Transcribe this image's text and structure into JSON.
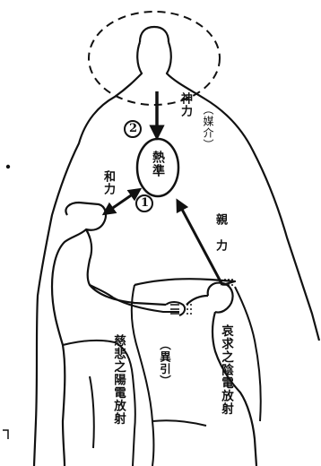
{
  "diagram": {
    "labels": {
      "divine_force": "神力",
      "medium": "（媒介）",
      "number_2": "②",
      "standard": "熱準",
      "number_1": "①",
      "harmony_force": "和力",
      "parent_force": "親力",
      "compassion": "慈悲之陽電放射",
      "attraction": "（異引）",
      "supplication": "哀求之陰電放射"
    },
    "colors": {
      "ink": "#111111",
      "background": "#ffffff"
    }
  }
}
